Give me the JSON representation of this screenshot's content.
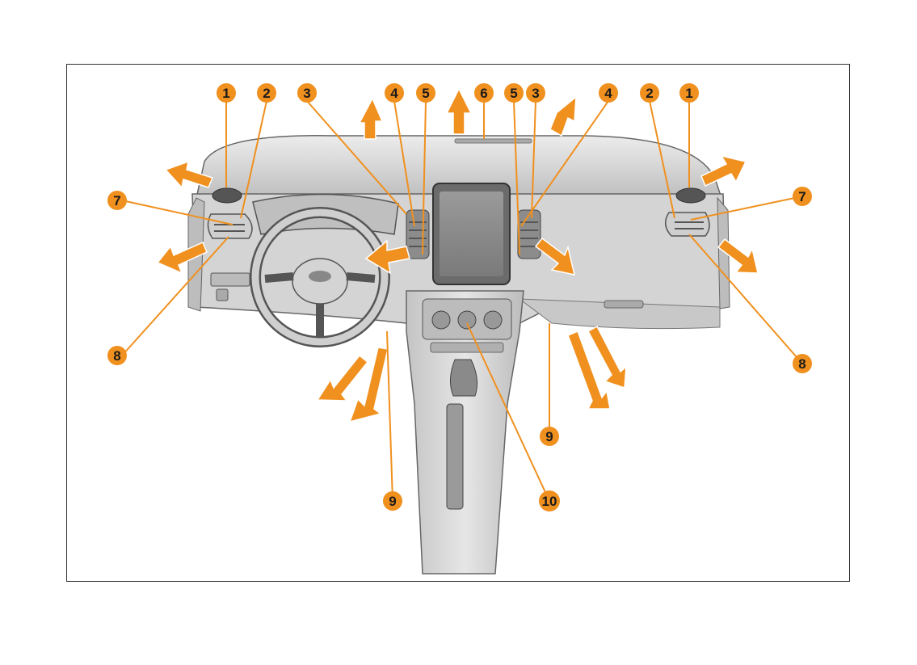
{
  "diagram": {
    "colors": {
      "callout": "#f0901e",
      "arrow": "#f0901e",
      "dashboard": "#d9d9d9",
      "outline": "#555555"
    },
    "callouts": [
      {
        "id": "c1l",
        "label": "1"
      },
      {
        "id": "c2l",
        "label": "2"
      },
      {
        "id": "c3l",
        "label": "3"
      },
      {
        "id": "c4l",
        "label": "4"
      },
      {
        "id": "c5l",
        "label": "5"
      },
      {
        "id": "c6",
        "label": "6"
      },
      {
        "id": "c5r",
        "label": "5"
      },
      {
        "id": "c3r",
        "label": "3"
      },
      {
        "id": "c4r",
        "label": "4"
      },
      {
        "id": "c2r",
        "label": "2"
      },
      {
        "id": "c1r",
        "label": "1"
      },
      {
        "id": "c7l",
        "label": "7"
      },
      {
        "id": "c7r",
        "label": "7"
      },
      {
        "id": "c8l",
        "label": "8"
      },
      {
        "id": "c8r",
        "label": "8"
      },
      {
        "id": "c9l",
        "label": "9"
      },
      {
        "id": "c9r",
        "label": "9"
      },
      {
        "id": "c10",
        "label": "10"
      }
    ],
    "icons": [
      "steering-wheel-icon",
      "airflow-arrow-icon"
    ]
  }
}
